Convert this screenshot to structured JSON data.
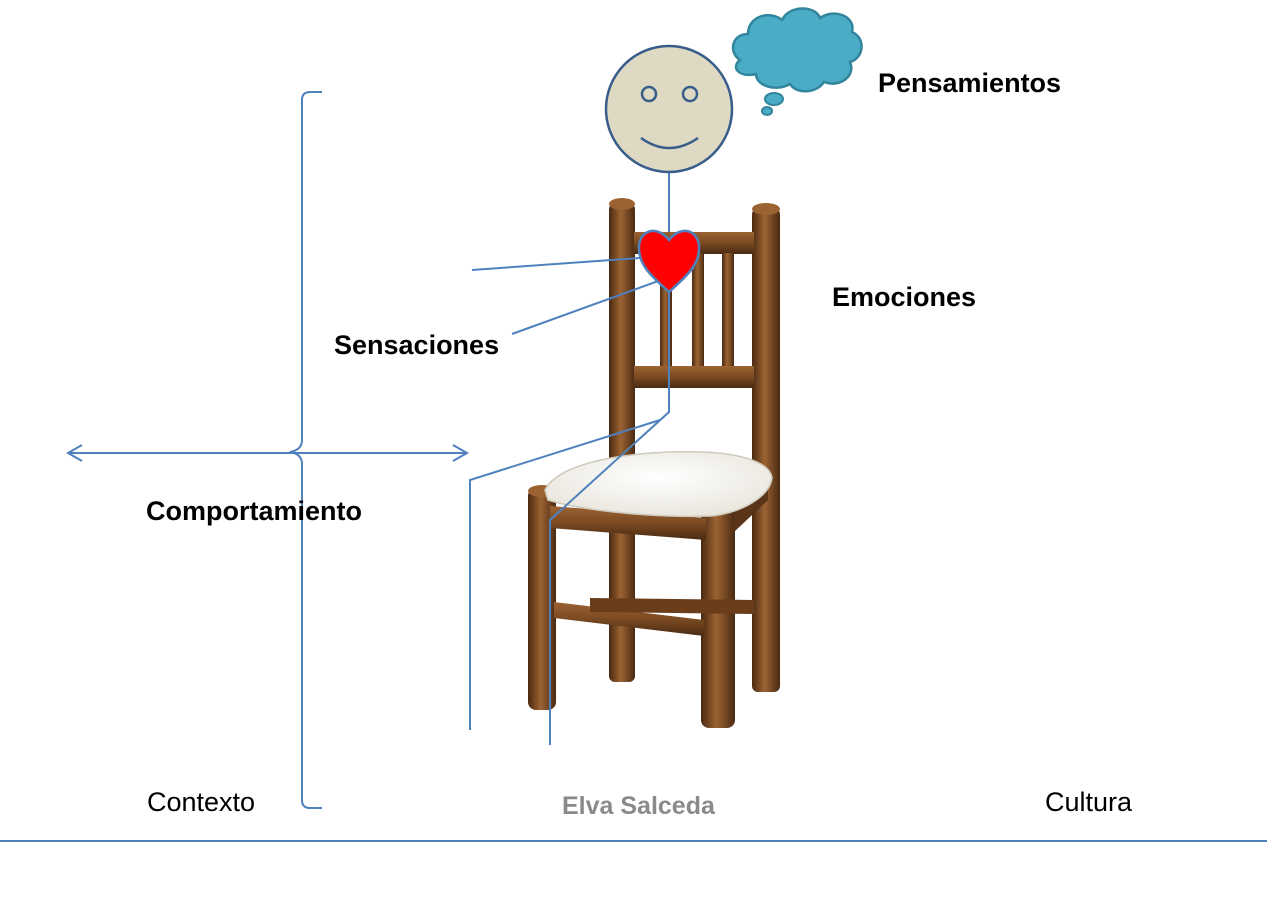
{
  "labels": {
    "thoughts": "Pensamientos",
    "emotions": "Emociones",
    "sensations": "Sensaciones",
    "behavior": "Comportamiento",
    "context": "Contexto",
    "culture": "Cultura",
    "author": "Elva Salceda"
  },
  "colors": {
    "line": "#4f81bd",
    "face": "#ddd9c3",
    "cloud": "#4bacc6",
    "heart": "#ff0000",
    "wood_dark": "#4a2a12",
    "wood": "#7a4a22",
    "wood_light": "#9c6332",
    "cushion": "#f4f2ec",
    "author_text": "#8a8a8a"
  },
  "icons": {
    "head": "smiley-face-icon",
    "thought": "thought-cloud-icon",
    "heart": "heart-icon",
    "chair": "wooden-chair-icon"
  }
}
